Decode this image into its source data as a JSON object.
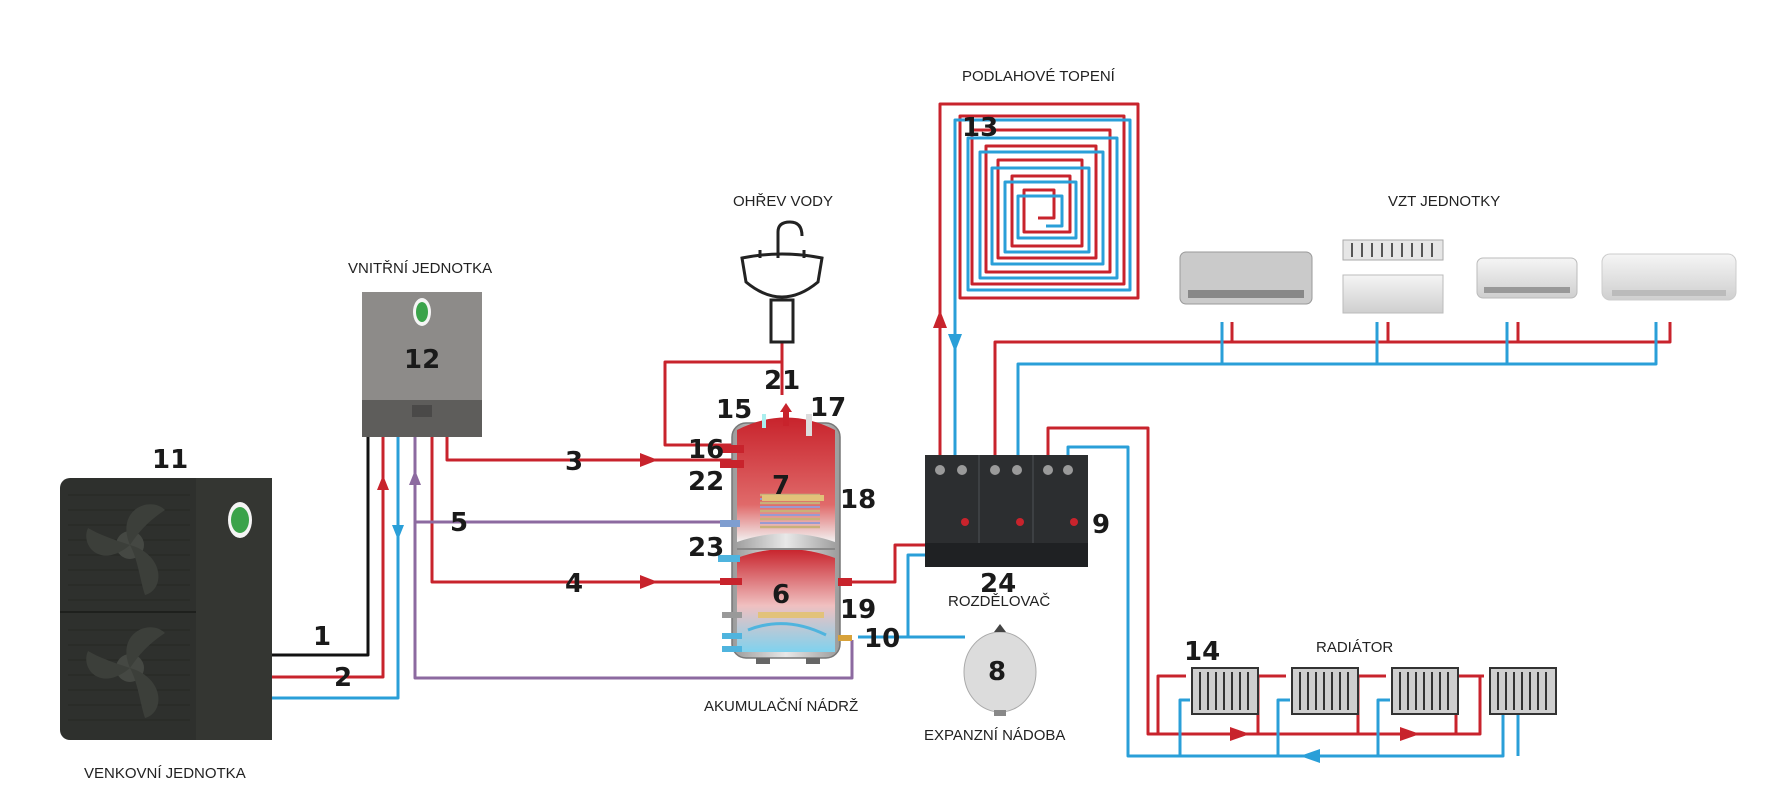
{
  "labels": {
    "outdoor": "VENKOVNÍ JEDNOTKA",
    "indoor": "VNITŘNÍ JEDNOTKA",
    "water_heating": "OHŘEV VODY",
    "tank": "AKUMULAČNÍ NÁDRŽ",
    "expansion": "EXPANZNÍ NÁDOBA",
    "distributor": "ROZDĚLOVAČ",
    "floor_heating": "PODLAHOVÉ TOPENÍ",
    "vzt": "VZT JEDNOTKY",
    "radiator": "RADIÁTOR"
  },
  "numbers": {
    "n1": "1",
    "n2": "2",
    "n3": "3",
    "n4": "4",
    "n5": "5",
    "n6": "6",
    "n7": "7",
    "n8": "8",
    "n9": "9",
    "n10": "10",
    "n11": "11",
    "n12": "12",
    "n13": "13",
    "n14": "14",
    "n15": "15",
    "n16": "16",
    "n17": "17",
    "n18": "18",
    "n19": "19",
    "n21": "21",
    "n22": "22",
    "n23": "23",
    "n24": "24"
  },
  "colors": {
    "supply": "#c8232c",
    "return": "#2a9fd8",
    "refrigerant": "#8c6aa0",
    "unit_dark": "#2e302d",
    "indoor_unit": "#8d8b89"
  }
}
